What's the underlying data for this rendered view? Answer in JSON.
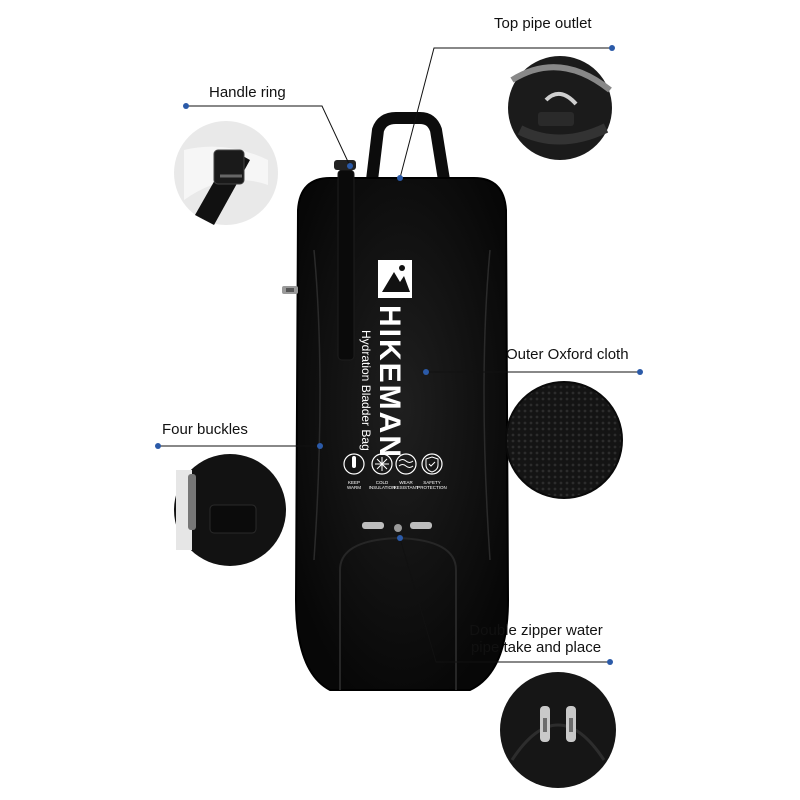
{
  "callouts": {
    "top_pipe_outlet": "Top pipe outlet",
    "handle_ring": "Handle ring",
    "outer_oxford_cloth": "Outer Oxford cloth",
    "four_buckles": "Four buckles",
    "double_zipper_line1": "Double zipper water",
    "double_zipper_line2": "pipe take and place"
  },
  "bag": {
    "brand": "HIKEMAN",
    "subtitle": "Hydration Bladder Bag",
    "features": [
      {
        "icon": "thermometer-icon",
        "label_line1": "KEEP",
        "label_line2": "WARM"
      },
      {
        "icon": "snowflake-icon",
        "label_line1": "COLD",
        "label_line2": "INSULATION"
      },
      {
        "icon": "water-waves-icon",
        "label_line1": "WEAR",
        "label_line2": "RESISTANT"
      },
      {
        "icon": "shield-check-icon",
        "label_line1": "SAFETY",
        "label_line2": "PROTECTION"
      }
    ]
  },
  "colors": {
    "bag_body": "#111111",
    "accent_dot": "#2b5aa8",
    "background": "#ffffff"
  }
}
